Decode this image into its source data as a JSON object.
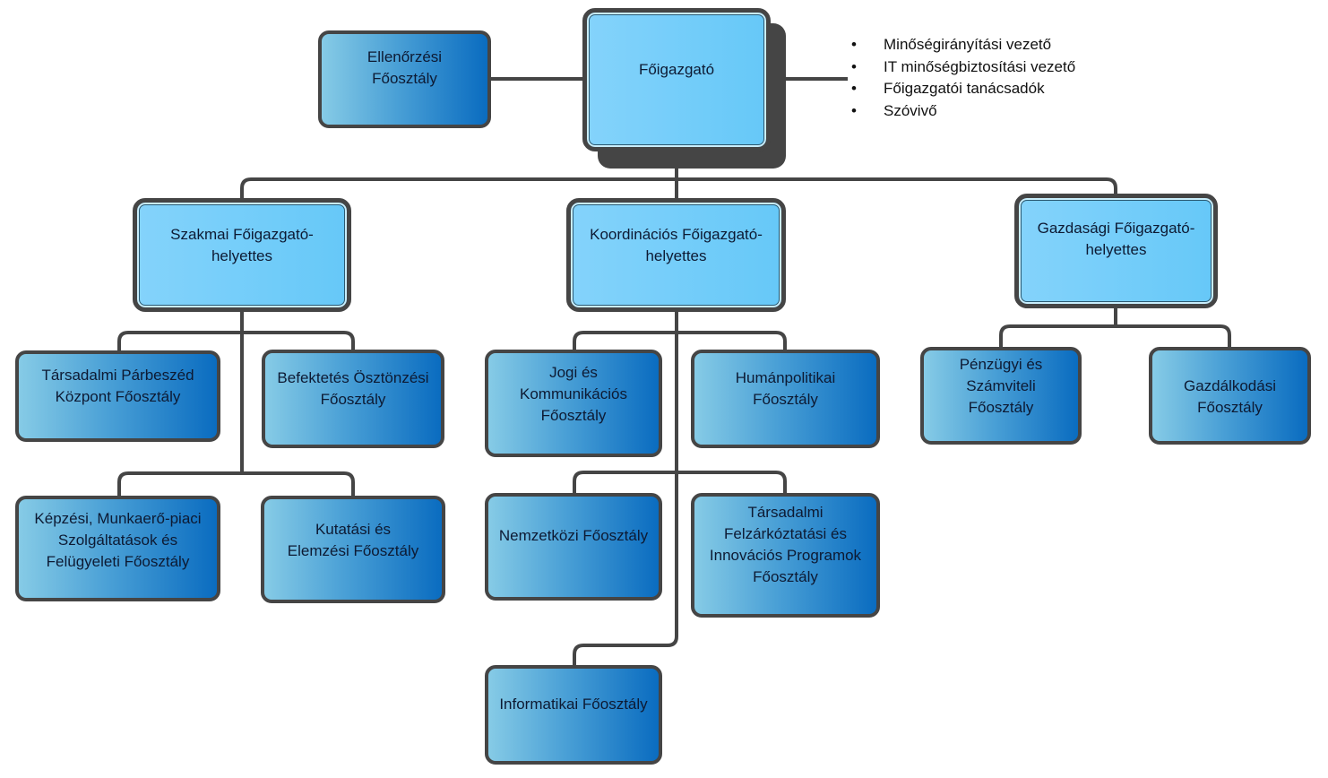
{
  "chart": {
    "title": "Főigazgató",
    "line_color": "#454545",
    "colors": {
      "deputy_fill": "#75cdf9",
      "department_gradient_start": "#86cbe6",
      "department_gradient_end": "#0a6cc0",
      "text": "#0d1a33"
    },
    "director": {
      "label": "Főigazgató"
    },
    "audit": {
      "label": "Ellenőrzési\nFőosztály"
    },
    "staff": [
      {
        "label": "Minőségirányítási vezető",
        "icon": "bullet-dot"
      },
      {
        "label": "IT minőségbiztosítási vezető",
        "icon": "bullet-dot"
      },
      {
        "label": "Főigazgatói tanácsadók",
        "icon": "bullet-dot"
      },
      {
        "label": "Szóvivő",
        "icon": "bullet-dot"
      }
    ],
    "deputies": [
      {
        "label": "Szakmai Főigazgató-\nhelyettes",
        "departments": [
          {
            "label": "Társadalmi Párbeszéd\nKözpont Főosztály"
          },
          {
            "label": "Befektetés Ösztönzési\nFőosztály"
          },
          {
            "label": "Képzési, Munkaerő-piaci\nSzolgáltatások és\nFelügyeleti Főosztály"
          },
          {
            "label": "Kutatási és\nElemzési Főosztály"
          }
        ]
      },
      {
        "label": "Koordinációs Főigazgató-\nhelyettes",
        "departments": [
          {
            "label": "Jogi és\nKommunikációs\nFőosztály"
          },
          {
            "label": "Humánpolitikai\nFőosztály"
          },
          {
            "label": "Nemzetközi Főosztály"
          },
          {
            "label": "Társadalmi\nFelzárkóztatási és\nInnovációs Programok\nFőosztály"
          },
          {
            "label": "Informatikai Főosztály"
          }
        ]
      },
      {
        "label": "Gazdasági Főigazgató-\nhelyettes",
        "departments": [
          {
            "label": "Pénzügyi és\nSzámviteli\nFőosztály"
          },
          {
            "label": "Gazdálkodási\nFőosztály"
          }
        ]
      }
    ]
  }
}
